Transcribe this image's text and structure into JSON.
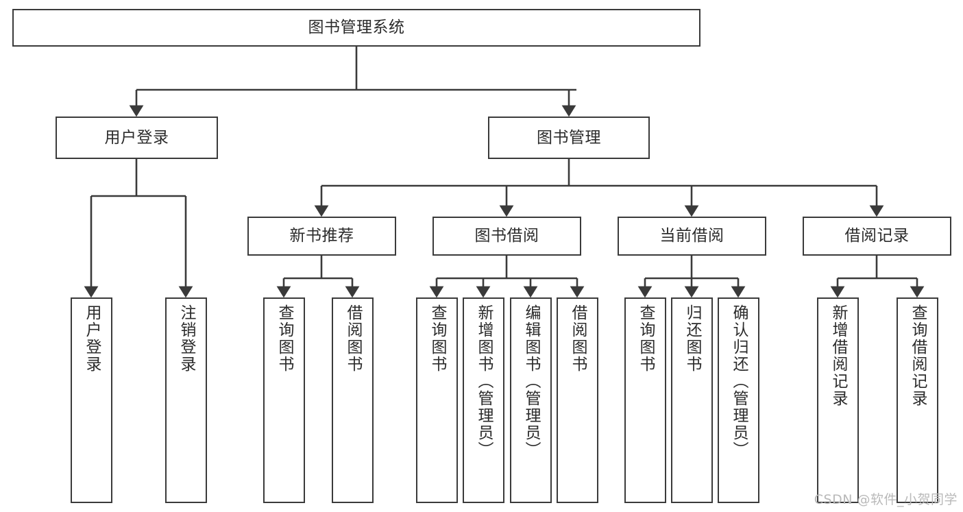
{
  "diagram": {
    "title": "图书管理系统",
    "watermark": "CSDN @软件_小贺同学",
    "line_color": "#3a3a3a",
    "text_color": "#2b2b2b",
    "background": "#ffffff",
    "nodes": {
      "root": "图书管理系统",
      "user_login": "用户登录",
      "book_manage": "图书管理",
      "new_book_rec": "新书推荐",
      "book_borrow": "图书借阅",
      "current_borrow": "当前借阅",
      "borrow_record": "借阅记录",
      "leaf_user_login": "用户登录",
      "leaf_logout": "注销登录",
      "leaf_query_book_1": "查询图书",
      "leaf_borrow_book_1": "借阅图书",
      "leaf_query_book_2": "查询图书",
      "leaf_add_book_admin": "新增图书（管理员）",
      "leaf_edit_book_admin": "编辑图书（管理员）",
      "leaf_borrow_book_2": "借阅图书",
      "leaf_query_book_3": "查询图书",
      "leaf_return_book": "归还图书",
      "leaf_confirm_return_admin": "确认归还（管理员）",
      "leaf_add_record": "新增借阅记录",
      "leaf_query_record": "查询借阅记录"
    }
  }
}
